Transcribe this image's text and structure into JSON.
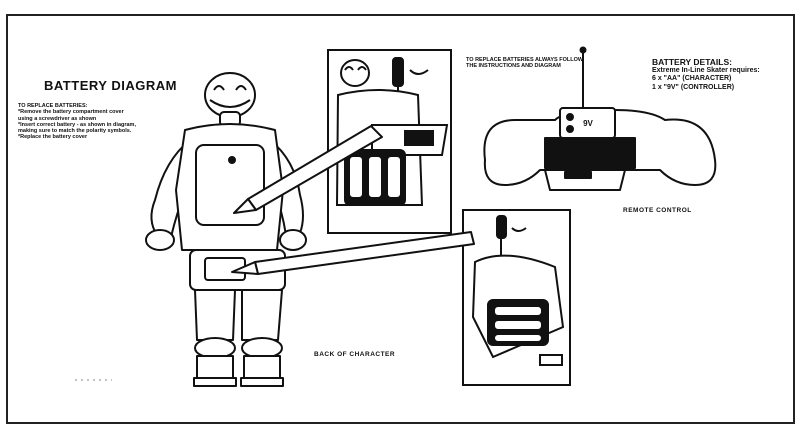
{
  "diagram": {
    "title": "BATTERY DIAGRAM",
    "instructions": [
      "TO REPLACE BATTERIES:",
      "*Remove the battery compartment cover",
      "  using a screwdriver as shown",
      "*Insert correct battery - as shown in diagram,",
      "  making sure to match the polarity symbols.",
      "*Replace the battery cover"
    ],
    "replace_note": "TO REPLACE BATTERIES ALWAYS FOLLOW THE INSTRUCTIONS AND DIAGRAM",
    "battery_details": {
      "heading": "BATTERY DETAILS:",
      "lines": [
        "Extreme In-Line Skater requires:",
        "6 x \"AA\" (CHARACTER)",
        "1 x \"9V\" (CONTROLLER)"
      ]
    },
    "remote_label": "REMOTE CONTROL",
    "back_label": "BACK OF CHARACTER",
    "controller_battery_text": "9V"
  }
}
